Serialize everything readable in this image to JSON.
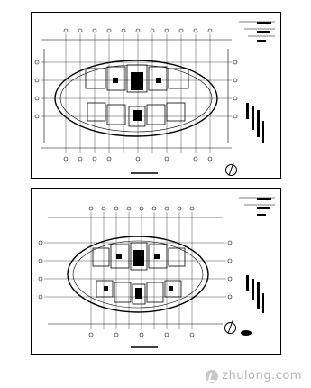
{
  "drawing": {
    "sheets": [
      {
        "id": "top",
        "description_visible": false
      },
      {
        "id": "bottom",
        "description_visible": false
      }
    ],
    "line_color": "#000000",
    "background": "#ffffff"
  },
  "watermark": {
    "text": "zhulong.com"
  }
}
